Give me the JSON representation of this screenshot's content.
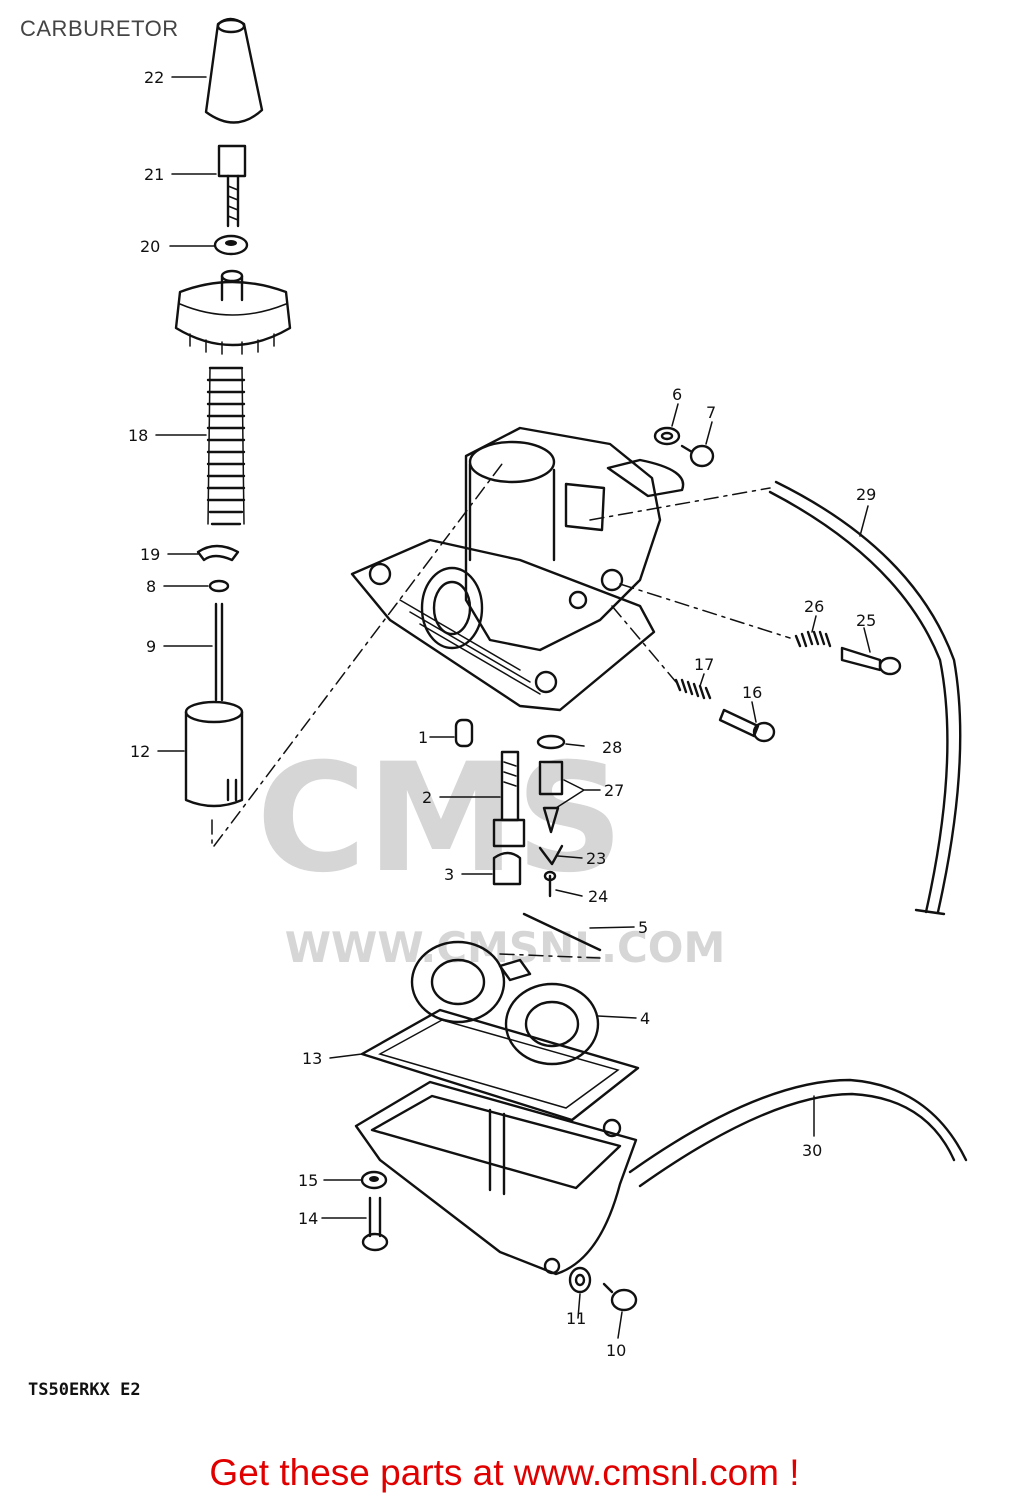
{
  "header": {
    "title": "CARBURETOR"
  },
  "model_code": "TS50ERKX  E2",
  "promo": {
    "text": "Get these parts at www.cmsnl.com !",
    "color": "#e00000"
  },
  "watermark": {
    "text": "WWW.CMSNL.COM",
    "logo_text": "CMS",
    "color": "#d6d6d6"
  },
  "parts": [
    {
      "id": "22",
      "name": "cap",
      "icon": "cap-icon"
    },
    {
      "id": "21",
      "name": "adjuster",
      "icon": "adjuster-icon"
    },
    {
      "id": "20",
      "name": "nut",
      "icon": "nut-icon"
    },
    {
      "id": "18",
      "name": "spring",
      "icon": "spring-icon"
    },
    {
      "id": "19",
      "name": "clip",
      "icon": "clip-icon"
    },
    {
      "id": "8",
      "name": "clip",
      "icon": "clip-icon"
    },
    {
      "id": "9",
      "name": "needle",
      "icon": "needle-icon"
    },
    {
      "id": "12",
      "name": "throttle-valve",
      "icon": "piston-icon"
    },
    {
      "id": "6",
      "name": "washer",
      "icon": "washer-icon"
    },
    {
      "id": "7",
      "name": "screw",
      "icon": "screw-icon"
    },
    {
      "id": "29",
      "name": "hose",
      "icon": "hose-icon"
    },
    {
      "id": "26",
      "name": "spring",
      "icon": "spring-icon"
    },
    {
      "id": "25",
      "name": "screw",
      "icon": "screw-icon"
    },
    {
      "id": "17",
      "name": "spring",
      "icon": "spring-icon"
    },
    {
      "id": "16",
      "name": "screw",
      "icon": "screw-icon"
    },
    {
      "id": "1",
      "name": "jet",
      "icon": "jet-icon"
    },
    {
      "id": "28",
      "name": "o-ring",
      "icon": "o-ring-icon"
    },
    {
      "id": "27",
      "name": "needle-valve",
      "icon": "valve-icon"
    },
    {
      "id": "2",
      "name": "needle-jet",
      "icon": "jet-icon"
    },
    {
      "id": "23",
      "name": "clip",
      "icon": "clip-icon"
    },
    {
      "id": "3",
      "name": "main-jet",
      "icon": "jet-icon"
    },
    {
      "id": "24",
      "name": "screw",
      "icon": "screw-icon"
    },
    {
      "id": "5",
      "name": "pin",
      "icon": "pin-icon"
    },
    {
      "id": "4",
      "name": "float",
      "icon": "float-icon"
    },
    {
      "id": "13",
      "name": "gasket",
      "icon": "gasket-icon"
    },
    {
      "id": "30",
      "name": "hose",
      "icon": "hose-icon"
    },
    {
      "id": "15",
      "name": "washer",
      "icon": "washer-icon"
    },
    {
      "id": "14",
      "name": "screw",
      "icon": "screw-icon"
    },
    {
      "id": "11",
      "name": "washer",
      "icon": "washer-icon"
    },
    {
      "id": "10",
      "name": "screw",
      "icon": "screw-icon"
    }
  ]
}
